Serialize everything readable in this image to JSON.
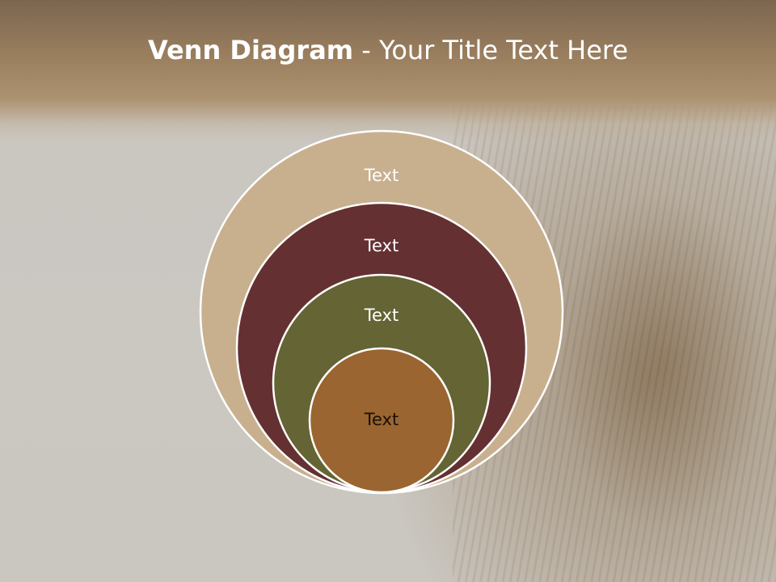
{
  "slide": {
    "title_bold": "Venn Diagram",
    "title_rest": " - Your Title Text Here"
  },
  "diagram": {
    "layers": [
      {
        "label": "Text",
        "fill": "#c8b08f",
        "text_color": "#ffffff"
      },
      {
        "label": "Text",
        "fill": "#653032",
        "text_color": "#ffffff"
      },
      {
        "label": "Text",
        "fill": "#646434",
        "text_color": "#ffffff"
      },
      {
        "label": "Text",
        "fill": "#9a6530",
        "text_color": "#1a1008"
      }
    ],
    "outline_color": "#ffffff"
  }
}
